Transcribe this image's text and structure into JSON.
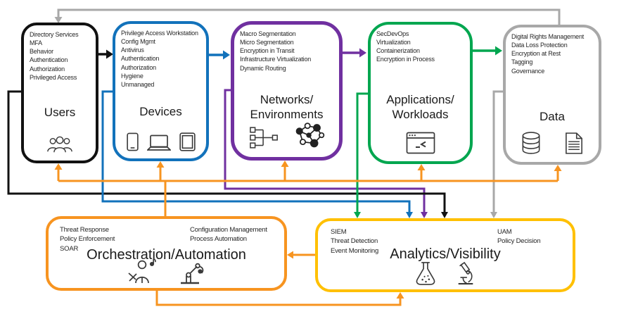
{
  "colors": {
    "black": "#111111",
    "blue": "#1272BB",
    "purple": "#7030A0",
    "green": "#00A64F",
    "gray": "#A8A8A8",
    "orange": "#F79420",
    "gold": "#FFC000"
  },
  "pillars": [
    {
      "title": "Users",
      "items": [
        "Directory Services",
        "MFA",
        "Behavior",
        "Authentication",
        "Authorization",
        "Privileged Access"
      ],
      "icons": [
        "users-group-icon"
      ]
    },
    {
      "title": "Devices",
      "items": [
        "Privilege Access Workstation",
        "Config Mgmt",
        "Antivirus",
        "Authentication",
        "Authorization",
        "Hygiene",
        "Unmanaged"
      ],
      "icons": [
        "smartphone-icon",
        "laptop-icon",
        "tablet-icon"
      ]
    },
    {
      "title": "Networks/\nEnvironments",
      "items": [
        "Macro Segmentation",
        "Micro Segmentation",
        "Encryption in Transit",
        "Infrastructure Virtualization",
        "Dynamic Routing"
      ],
      "icons": [
        "segmentation-icon",
        "mesh-network-icon"
      ]
    },
    {
      "title": "Applications/\nWorkloads",
      "items": [
        "SecDevOps",
        "Virtualization",
        "Containerization",
        "Encryption in Process"
      ],
      "icons": [
        "app-window-icon"
      ]
    },
    {
      "title": "Data",
      "items": [
        "Digital Rights Management",
        "Data Loss Protection",
        "Encryption at Rest",
        "Tagging",
        "Governance"
      ],
      "icons": [
        "database-icon",
        "document-icon"
      ]
    }
  ],
  "bottom_boxes": [
    {
      "title": "Orchestration/Automation",
      "left_items": [
        "Threat Response",
        "Policy Enforcement",
        "SOAR"
      ],
      "right_items": [
        "Configuration Management",
        "Process Automation"
      ],
      "icons": [
        "conductor-icon",
        "robot-arm-icon"
      ]
    },
    {
      "title": "Analytics/Visibility",
      "left_items": [
        "SIEM",
        "Threat Detection",
        "Event Monitoring"
      ],
      "right_items": [
        "UAM",
        "Policy Decision"
      ],
      "icons": [
        "flask-icon",
        "microscope-icon"
      ]
    }
  ]
}
